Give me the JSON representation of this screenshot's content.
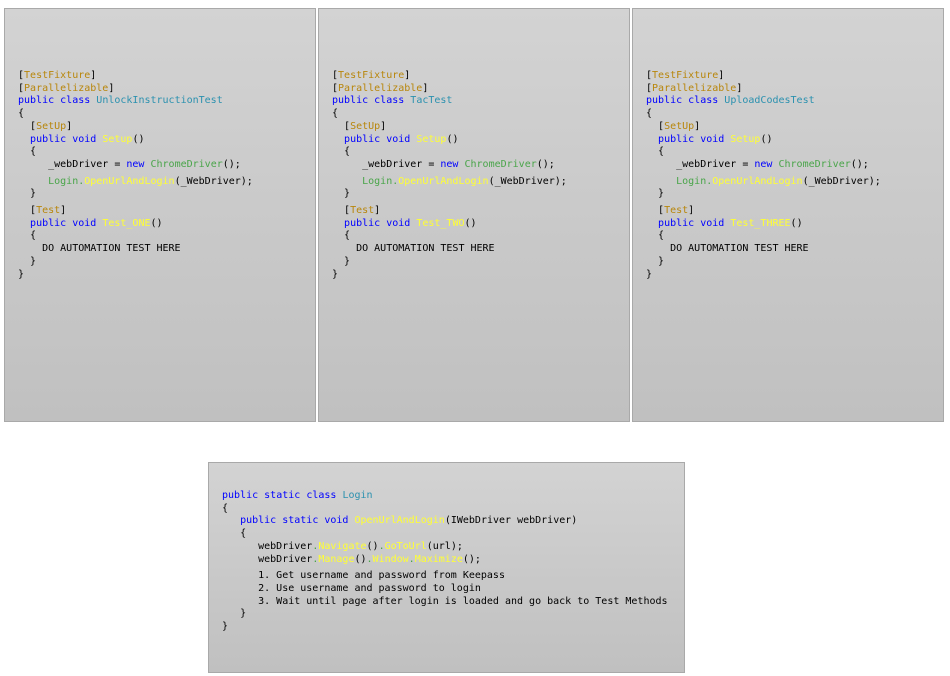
{
  "panels": [
    {
      "attr_fixture": "TestFixture",
      "attr_parallel": "Parallelizable",
      "kw_public": "public",
      "kw_class": "class",
      "class_name": "UnlockInstructionTest",
      "open_brace": "{",
      "attr_setup": "SetUp",
      "kw_void": "void",
      "setup_name": "Setup",
      "parens": "()",
      "inner_open": "{",
      "driver_var": "_webDriver = ",
      "kw_new": "new",
      "driver_type": "ChromeDriver",
      "driver_tail": "();",
      "login_class": "Login",
      "dot": ".",
      "login_method": "OpenUrlAndLogin",
      "login_args": "(_WebDriver);",
      "inner_close": "}",
      "attr_test": "Test",
      "test_name": "Test_ONE",
      "test_body": "DO AUTOMATION TEST HERE",
      "close_brace": "}"
    },
    {
      "attr_fixture": "TestFixture",
      "attr_parallel": "Parallelizable",
      "kw_public": "public",
      "kw_class": "class",
      "class_name": "TacTest",
      "open_brace": "{",
      "attr_setup": "SetUp",
      "kw_void": "void",
      "setup_name": "Setup",
      "parens": "()",
      "inner_open": "{",
      "driver_var": "_webDriver = ",
      "kw_new": "new",
      "driver_type": "ChromeDriver",
      "driver_tail": "();",
      "login_class": "Login",
      "dot": ".",
      "login_method": "OpenUrlAndLogin",
      "login_args": "(_WebDriver);",
      "inner_close": "}",
      "attr_test": "Test",
      "test_name": "Test_TWO",
      "test_body": "DO AUTOMATION TEST HERE",
      "close_brace": "}"
    },
    {
      "attr_fixture": "TestFixture",
      "attr_parallel": "Parallelizable",
      "kw_public": "public",
      "kw_class": "class",
      "class_name": "UploadCodesTest",
      "open_brace": "{",
      "attr_setup": "SetUp",
      "kw_void": "void",
      "setup_name": "Setup",
      "parens": "()",
      "inner_open": "{",
      "driver_var": "_webDriver = ",
      "kw_new": "new",
      "driver_type": "ChromeDriver",
      "driver_tail": "();",
      "login_class": "Login",
      "dot": ".",
      "login_method": "OpenUrlAndLogin",
      "login_args": "(_WebDriver);",
      "inner_close": "}",
      "attr_test": "Test",
      "test_name": "Test_THREE",
      "test_body": "DO AUTOMATION TEST HERE",
      "close_brace": "}"
    }
  ],
  "login": {
    "kw_public": "public",
    "kw_static": "static",
    "kw_class": "class",
    "class_name": "Login",
    "open_brace": "{",
    "kw_void": "void",
    "method_name": "OpenUrlAndLogin",
    "param_open": "(",
    "param_type": "IWebDriver",
    "param_rest": " webDriver)",
    "inner_open": "{",
    "var": "webDriver",
    "dot": ".",
    "navigate": "Navigate",
    "call_parens": "()",
    "gotourl": "GoToUrl",
    "url_args": "(url);",
    "manage": "Manage",
    "window": "Window",
    "maximize": "Maximize",
    "call_end": "();",
    "step1": "1. Get username and password from Keepass",
    "step2": "2. Use username and password to login",
    "step3": "3. Wait until page after login is loaded and go back to Test Methods",
    "inner_close": "}",
    "close_brace": "}"
  },
  "colors": {
    "keyword": "#0000ff",
    "type": "#2b91af",
    "attribute": "#b8860b",
    "method": "#ffff33",
    "class_ref": "#4aa54a",
    "panel_bg": "#c8c8c8"
  }
}
